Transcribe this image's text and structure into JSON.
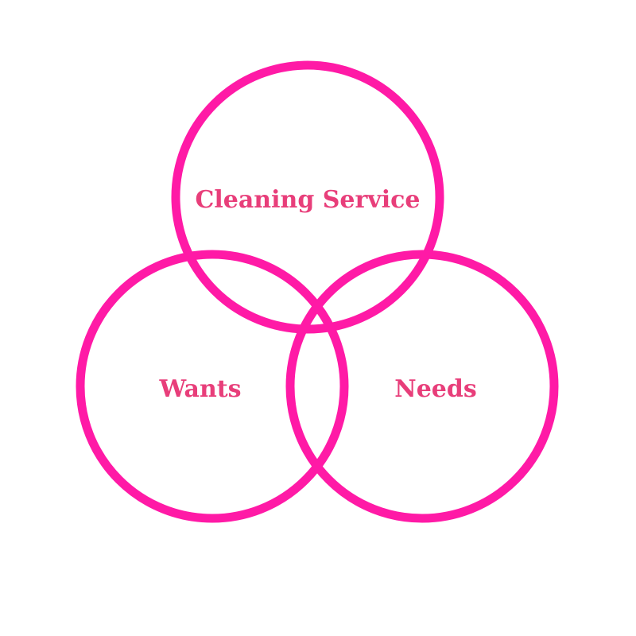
{
  "diagram": {
    "type": "venn",
    "colors": {
      "ring": "#ff1aa6",
      "label": "#e83e7a",
      "background": "#ffffff"
    },
    "sets": [
      {
        "id": "top",
        "label": "Cleaning Service"
      },
      {
        "id": "left",
        "label": "Wants"
      },
      {
        "id": "right",
        "label": "Needs"
      }
    ]
  }
}
